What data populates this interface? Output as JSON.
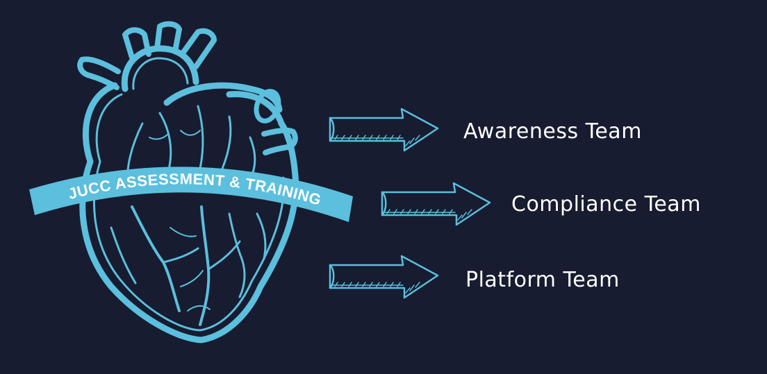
{
  "banner": {
    "text": "JUCC ASSESSMENT & TRAINING"
  },
  "teams": [
    {
      "label": "Awareness Team"
    },
    {
      "label": "Compliance Team"
    },
    {
      "label": "Platform Team"
    }
  ],
  "colors": {
    "background": "#171c30",
    "accent": "#5bbfdd",
    "text": "#ffffff"
  },
  "icons": {
    "heart": "anatomical-heart-icon",
    "arrow": "arrow-right-icon"
  }
}
